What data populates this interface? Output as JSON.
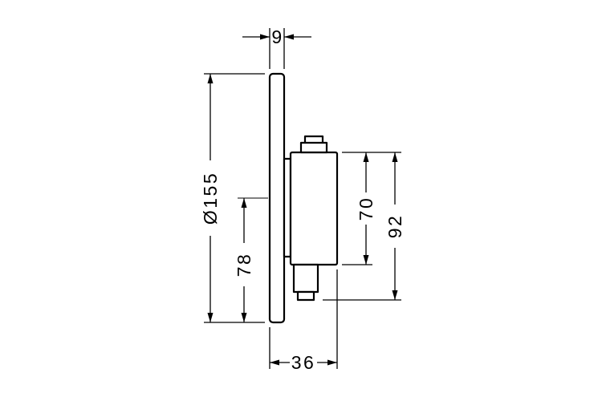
{
  "colors": {
    "line": "#000000",
    "background": "#ffffff"
  },
  "dimensions": {
    "plate_thickness": "9",
    "plate_diameter": "Ø155",
    "center_to_bottom": "78",
    "body_height": "70",
    "overall_body_height": "92",
    "installation_depth": "36"
  }
}
